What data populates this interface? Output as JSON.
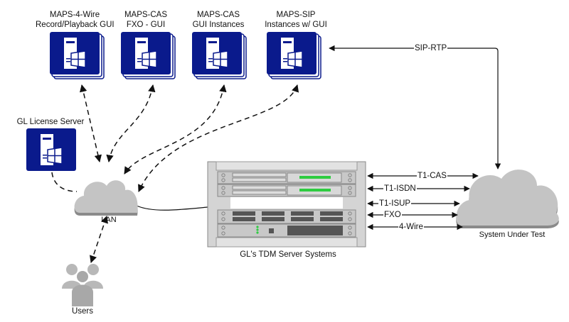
{
  "nodes": {
    "maps_4wire": {
      "label_line1": "MAPS-4-Wire",
      "label_line2": "Record/Playback GUI",
      "icon": "windows-server-stack-icon"
    },
    "maps_cas_fxo": {
      "label_line1": "MAPS-CAS",
      "label_line2": "FXO - GUI",
      "icon": "windows-server-stack-icon"
    },
    "maps_cas_gui": {
      "label_line1": "MAPS-CAS",
      "label_line2": "GUI Instances",
      "icon": "windows-server-stack-icon"
    },
    "maps_sip": {
      "label_line1": "MAPS-SIP",
      "label_line2": "Instances w/ GUI",
      "icon": "windows-server-stack-icon"
    },
    "license_server": {
      "label": "GL License Server",
      "icon": "windows-server-icon"
    },
    "lan": {
      "label": "LAN",
      "icon": "cloud-icon"
    },
    "tdm": {
      "label": "GL's TDM Server Systems",
      "icon": "server-rack-icon"
    },
    "sut": {
      "label": "System Under Test",
      "icon": "cloud-icon"
    },
    "users": {
      "label": "Users",
      "icon": "users-group-icon"
    }
  },
  "edges": {
    "sip_rtp": "SIP-RTP",
    "t1_cas": "T1-CAS",
    "t1_isdn": "T1-ISDN",
    "t1_isup": "T1-ISUP",
    "fxo": "FXO",
    "four_wire": "4-Wire"
  },
  "colors": {
    "server_blue": "#0a1a8c",
    "cloud_gray": "#c4c4c4",
    "cloud_shadow": "#8a8a8a",
    "rack_gray": "#d0d0d0",
    "led_green": "#2ecc40",
    "line": "#111111"
  }
}
